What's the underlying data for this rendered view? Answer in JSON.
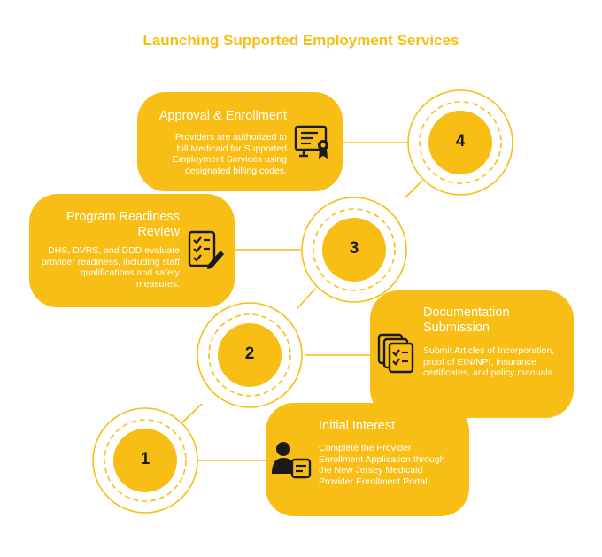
{
  "title": "Launching Supported Employment Services",
  "steps": [
    {
      "number": "1",
      "title": "Initial Interest",
      "text": "Complete the Provider Enrollment Application through the New Jersey Medicaid Provider Enrollment Portal.",
      "icon": "person-form-icon"
    },
    {
      "number": "2",
      "title": "Documentation Submission",
      "text": "Submit Articles of Incorporation, proof of EIN/NPI, insurance certificates, and policy manuals.",
      "icon": "document-stack-icon"
    },
    {
      "number": "3",
      "title": "Program Readiness Review",
      "text": "DHS, DVRS, and DDD evaluate provider readiness, including staff qualifications and safety measures.",
      "icon": "checklist-pen-icon"
    },
    {
      "number": "4",
      "title": "Approval & Enrollment",
      "text": "Providers are authorized to bill Medicaid for Supported Employment Services using designated billing codes.",
      "icon": "certificate-icon"
    }
  ],
  "colors": {
    "accent": "#F8BE15",
    "title": "#F7BE10",
    "text_on_accent": "#FFFFFF",
    "number": "#1A1A1A"
  }
}
